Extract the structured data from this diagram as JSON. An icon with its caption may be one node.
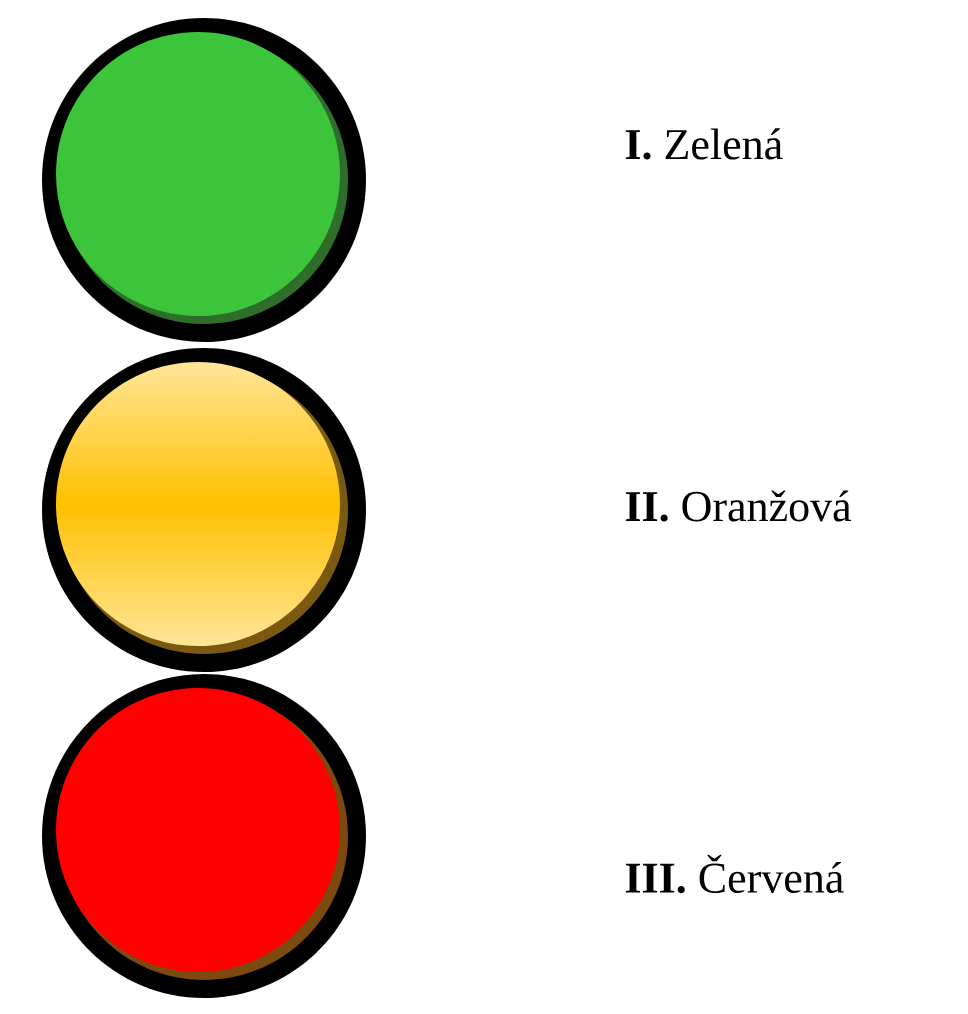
{
  "diagram": {
    "nodes": [
      {
        "text": [],
        "shape": "circle"
      },
      {
        "text": [],
        "shape": "circle"
      },
      {
        "text": [],
        "shape": "circle"
      }
    ],
    "labels": [
      "**I.** Zelená",
      "**II.** Oranžová",
      "**III.** Červená"
    ]
  }
}
